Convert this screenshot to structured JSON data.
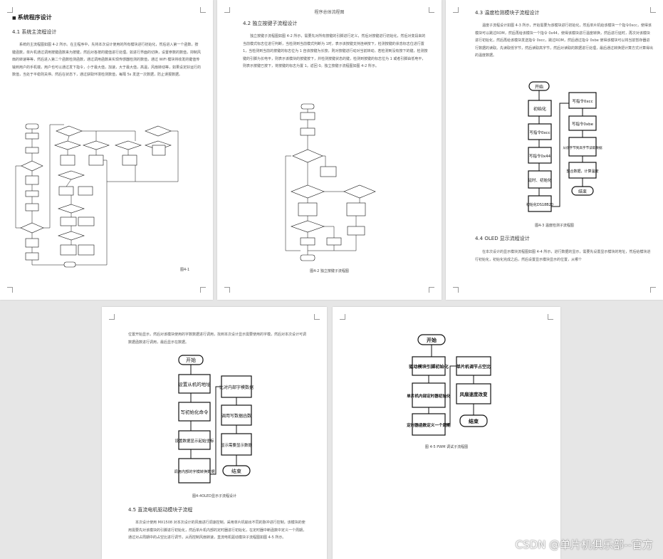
{
  "page1": {
    "heading": "系统程序设计",
    "section": "4.1 系统主流程设计",
    "paragraph": "系统的主流程图如图 4-2 所示。在主程序中，先将本次设计使用的所有模块进行初始化，然后进入第一个函数，按键函数，单片机通过调用按键函数来为按键，然后对各按的键值进行处理。如进行界面的切换，设置参数的数值，抑制风扇的转速等等，然后进入第二个函数检测函数，通过调用函数来实现传感器检测的数值，通过 WiFi 模块将收发的键值传输到用户的手机端，用户也可以通过发下指令，小于最大值，加速，大于最大值，高温，风扇转动等，如果设定好运行的数值，当处于平稳则关停。然后在状态下，通过获取环境检测数值，每隔 5s 发送一次数据，防止误报数据。",
    "figure_caption": "图4-1"
  },
  "page2": {
    "header": "程序总体流程图",
    "section": "4.2 独立按键子流程设计",
    "paragraph": "独立按键子流程图如图 4-2 所示，需要先对所有按键的引脚进行定义，然后对按键进行初始化，然后对变段来的当前模式标志位进行判断，当检测到当前模式判断为 1时，表示该按键支持连续按下，检测按键的状态标志位进行置 1，当检测到当前的按键的标志位为 1 自该按键为长按，则对按键进行动对当前转动，若检测到没有按下的键，检测按键的引脚为长电平，则表示该模块的按键按下，并检测按键状态的键，检测到按键的标志位为 1 或者引脚由低电平，则表示按键已按下，将按键的标志为置 1。返回 0。独立按键子流程图如图 4-2 所示。",
    "figure_caption": "图4-2 独立按键子流程图"
  },
  "page3": {
    "section1": "4.3 温度检测模块子流程设计",
    "paragraph1": "温度子流程设计如图 4-3 所示，开始需要为该模块进行初始化，然后单片机给该模块一个指令0xcc，使得该模块可以跳过ROM，然后再给该模块一个指令 0x44，使得该模块进行温度转换，然后进行延时，再次对该模块进行初始化，然后再给该模块发送指令 0xcc，跳过ROM，然后通过指令 0xbe 使得该模块可以将当前暂存器进行数据的读取。先读取低字节，然后读取高字节，然后对读取的数据进行处理，最后通过转换把计算方式计算得出的温度数据。",
    "flow": {
      "start": "开始",
      "init": "初始化",
      "cmd_cc1": "写指令0xcc",
      "cmd_44": "写指令0x44",
      "delay_init": "延时、初始化",
      "init_ds": "初始化DS18B20",
      "cmd_cc2": "写指令0xcc",
      "cmd_be": "写指令0xbe",
      "read": "从低字节到高字节读取数据",
      "calc": "整合数据，计算温度",
      "end": "结束"
    },
    "figure_caption": "图4-3 温度检测子流程图",
    "section2": "4.4 OLED 显示流程设计",
    "paragraph2": "在本次设计的显示模块流程图如图 4-4 所示，进行数据的显示，需要先设置显示模块的地址，然后给模块进行初始化，初始化完成之后，然后设置显示模块显示的位置，从哪个"
  },
  "page4": {
    "paragraph_top": "位置开始显示，然后对该模块使用的字数数据进行调用，找到本次设计显示需要使用的字模，然后对本次设计可调数据函数进行调用，最后显示在数据。",
    "flow": {
      "start": "开始",
      "set_addr": "设置从机的地址",
      "write_cmd": "写初始化命令",
      "set_pos": "设置数据显示起始坐标",
      "call_font": "调用内部的字模转换数据",
      "compare": "比对内部字模数据",
      "call_func": "调用写数据函数",
      "show": "显示需要显示数据",
      "end": "结束"
    },
    "figure_caption": "图4-4OLED显示子流程设计",
    "section": "4.5 直流电机驱动模块子流程",
    "paragraph": "本次设计使用 MX1508 对本次设计的风扇进行调速控制，采用单片机输出不同的脉冲进行控制，该模块的使用需要先对该模块的引脚进行初始化，然后单片机内部的定时器进行初始化，在定时器中断函数中定义一个周期，通过对占周期中的占空比进行调节，从而控制风扇转速，直流电机驱动模块子流程图如图 4-5 所示。"
  },
  "page5": {
    "flow": {
      "start": "开始",
      "drive_init": "驱动模块引脚初始化",
      "timer_init": "单片机内部定时器初始化",
      "define_period": "定时器函数定义一个周期",
      "adjust_duty": "单片机调节占空比",
      "speed_change": "风扇速度改变",
      "end": "结束"
    },
    "figure_caption": "图 4-5 PWM 调试子流程图"
  },
  "watermark": "CSDN @单片机俱乐部--官方"
}
